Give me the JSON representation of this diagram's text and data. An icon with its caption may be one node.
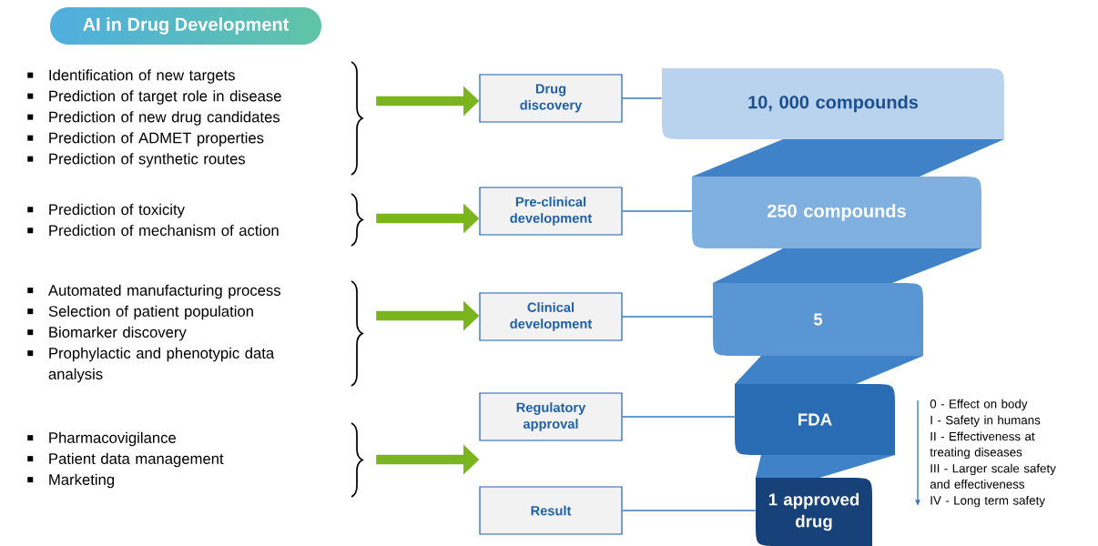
{
  "diagram": {
    "title": "AI in Drug Development",
    "nodes": [
      {
        "text": [
          "Identification of new targets",
          "Prediction of target role in disease",
          "Prediction of new drug candidates",
          "Prediction of ADMET properties",
          "Prediction of synthetic routes"
        ]
      },
      {
        "text": [
          "Prediction of toxicity",
          "Prediction of mechanism of action"
        ]
      },
      {
        "text": [
          "Automated manufacturing process",
          "Selection of patient population",
          "Biomarker discovery",
          "Prophylactic and phenotypic data analysis"
        ]
      },
      {
        "text": [
          "Pharmacovigilance",
          "Patient data management",
          "Marketing"
        ]
      },
      {
        "text": [
          "Drug discovery"
        ]
      },
      {
        "text": [
          "Pre-clinical development"
        ]
      },
      {
        "text": [
          "Clinical development"
        ]
      },
      {
        "text": [
          "Regulatory approval"
        ]
      },
      {
        "text": [
          "Result"
        ]
      },
      {
        "text": [
          "10, 000 compounds"
        ]
      },
      {
        "text": [
          "250 compounds"
        ]
      },
      {
        "text": [
          "5"
        ]
      },
      {
        "text": [
          "FDA"
        ]
      },
      {
        "text": [
          "1 approved drug"
        ]
      }
    ],
    "edges": [
      {
        "from": 0,
        "to": 4,
        "arrow": "to",
        "style": "thick",
        "color": "#7ab51d"
      },
      {
        "from": 1,
        "to": 5,
        "arrow": "to",
        "style": "thick",
        "color": "#7ab51d"
      },
      {
        "from": 2,
        "to": 6,
        "arrow": "to",
        "style": "thick",
        "color": "#7ab51d"
      },
      {
        "from": 3,
        "to": 7,
        "arrow": "to",
        "style": "thick",
        "color": "#7ab51d"
      },
      {
        "from": 4,
        "to": 9,
        "arrow": "none"
      },
      {
        "from": 5,
        "to": 10,
        "arrow": "none"
      },
      {
        "from": 6,
        "to": 11,
        "arrow": "none"
      },
      {
        "from": 7,
        "to": 12,
        "arrow": "none"
      },
      {
        "from": 8,
        "to": 13,
        "arrow": "none"
      }
    ],
    "labels": [
      "0 - Effect on body",
      "I - Safety in humans",
      "II - Effectiveness at treating diseases",
      "III - Larger scale safety and effectiveness",
      "IV - Long term safety"
    ]
  }
}
